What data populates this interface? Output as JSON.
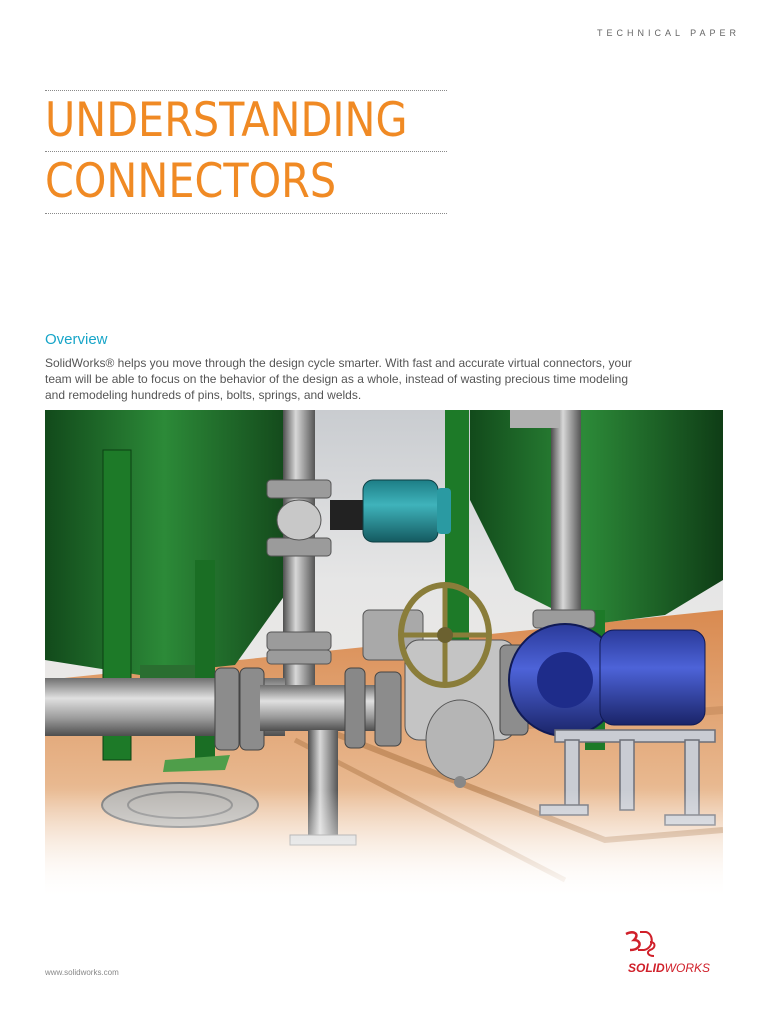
{
  "header": {
    "doc_type": "TECHNICAL PAPER"
  },
  "title": {
    "line1": "UNDERSTANDING",
    "line2": "CONNECTORS"
  },
  "overview": {
    "heading": "Overview",
    "body": "SolidWorks® helps you move through the design cycle smarter. With fast and accurate virtual connectors, your team will be able to focus on the behavior of the design as a whole, instead of wasting precious time modeling and remodeling hundreds of pins, bolts, springs, and welds."
  },
  "footer": {
    "url": "www.solidworks.com",
    "logo_bold": "SOLID",
    "logo_light": "WORKS",
    "logo_mark": "3DS"
  },
  "colors": {
    "title": "#f08a24",
    "heading": "#17a5c8",
    "brand": "#d0202a",
    "tank_green": "#1f6b2a"
  },
  "icons": {
    "logo": "solidworks-logo-icon",
    "illustration": "piping-assembly-illustration"
  }
}
